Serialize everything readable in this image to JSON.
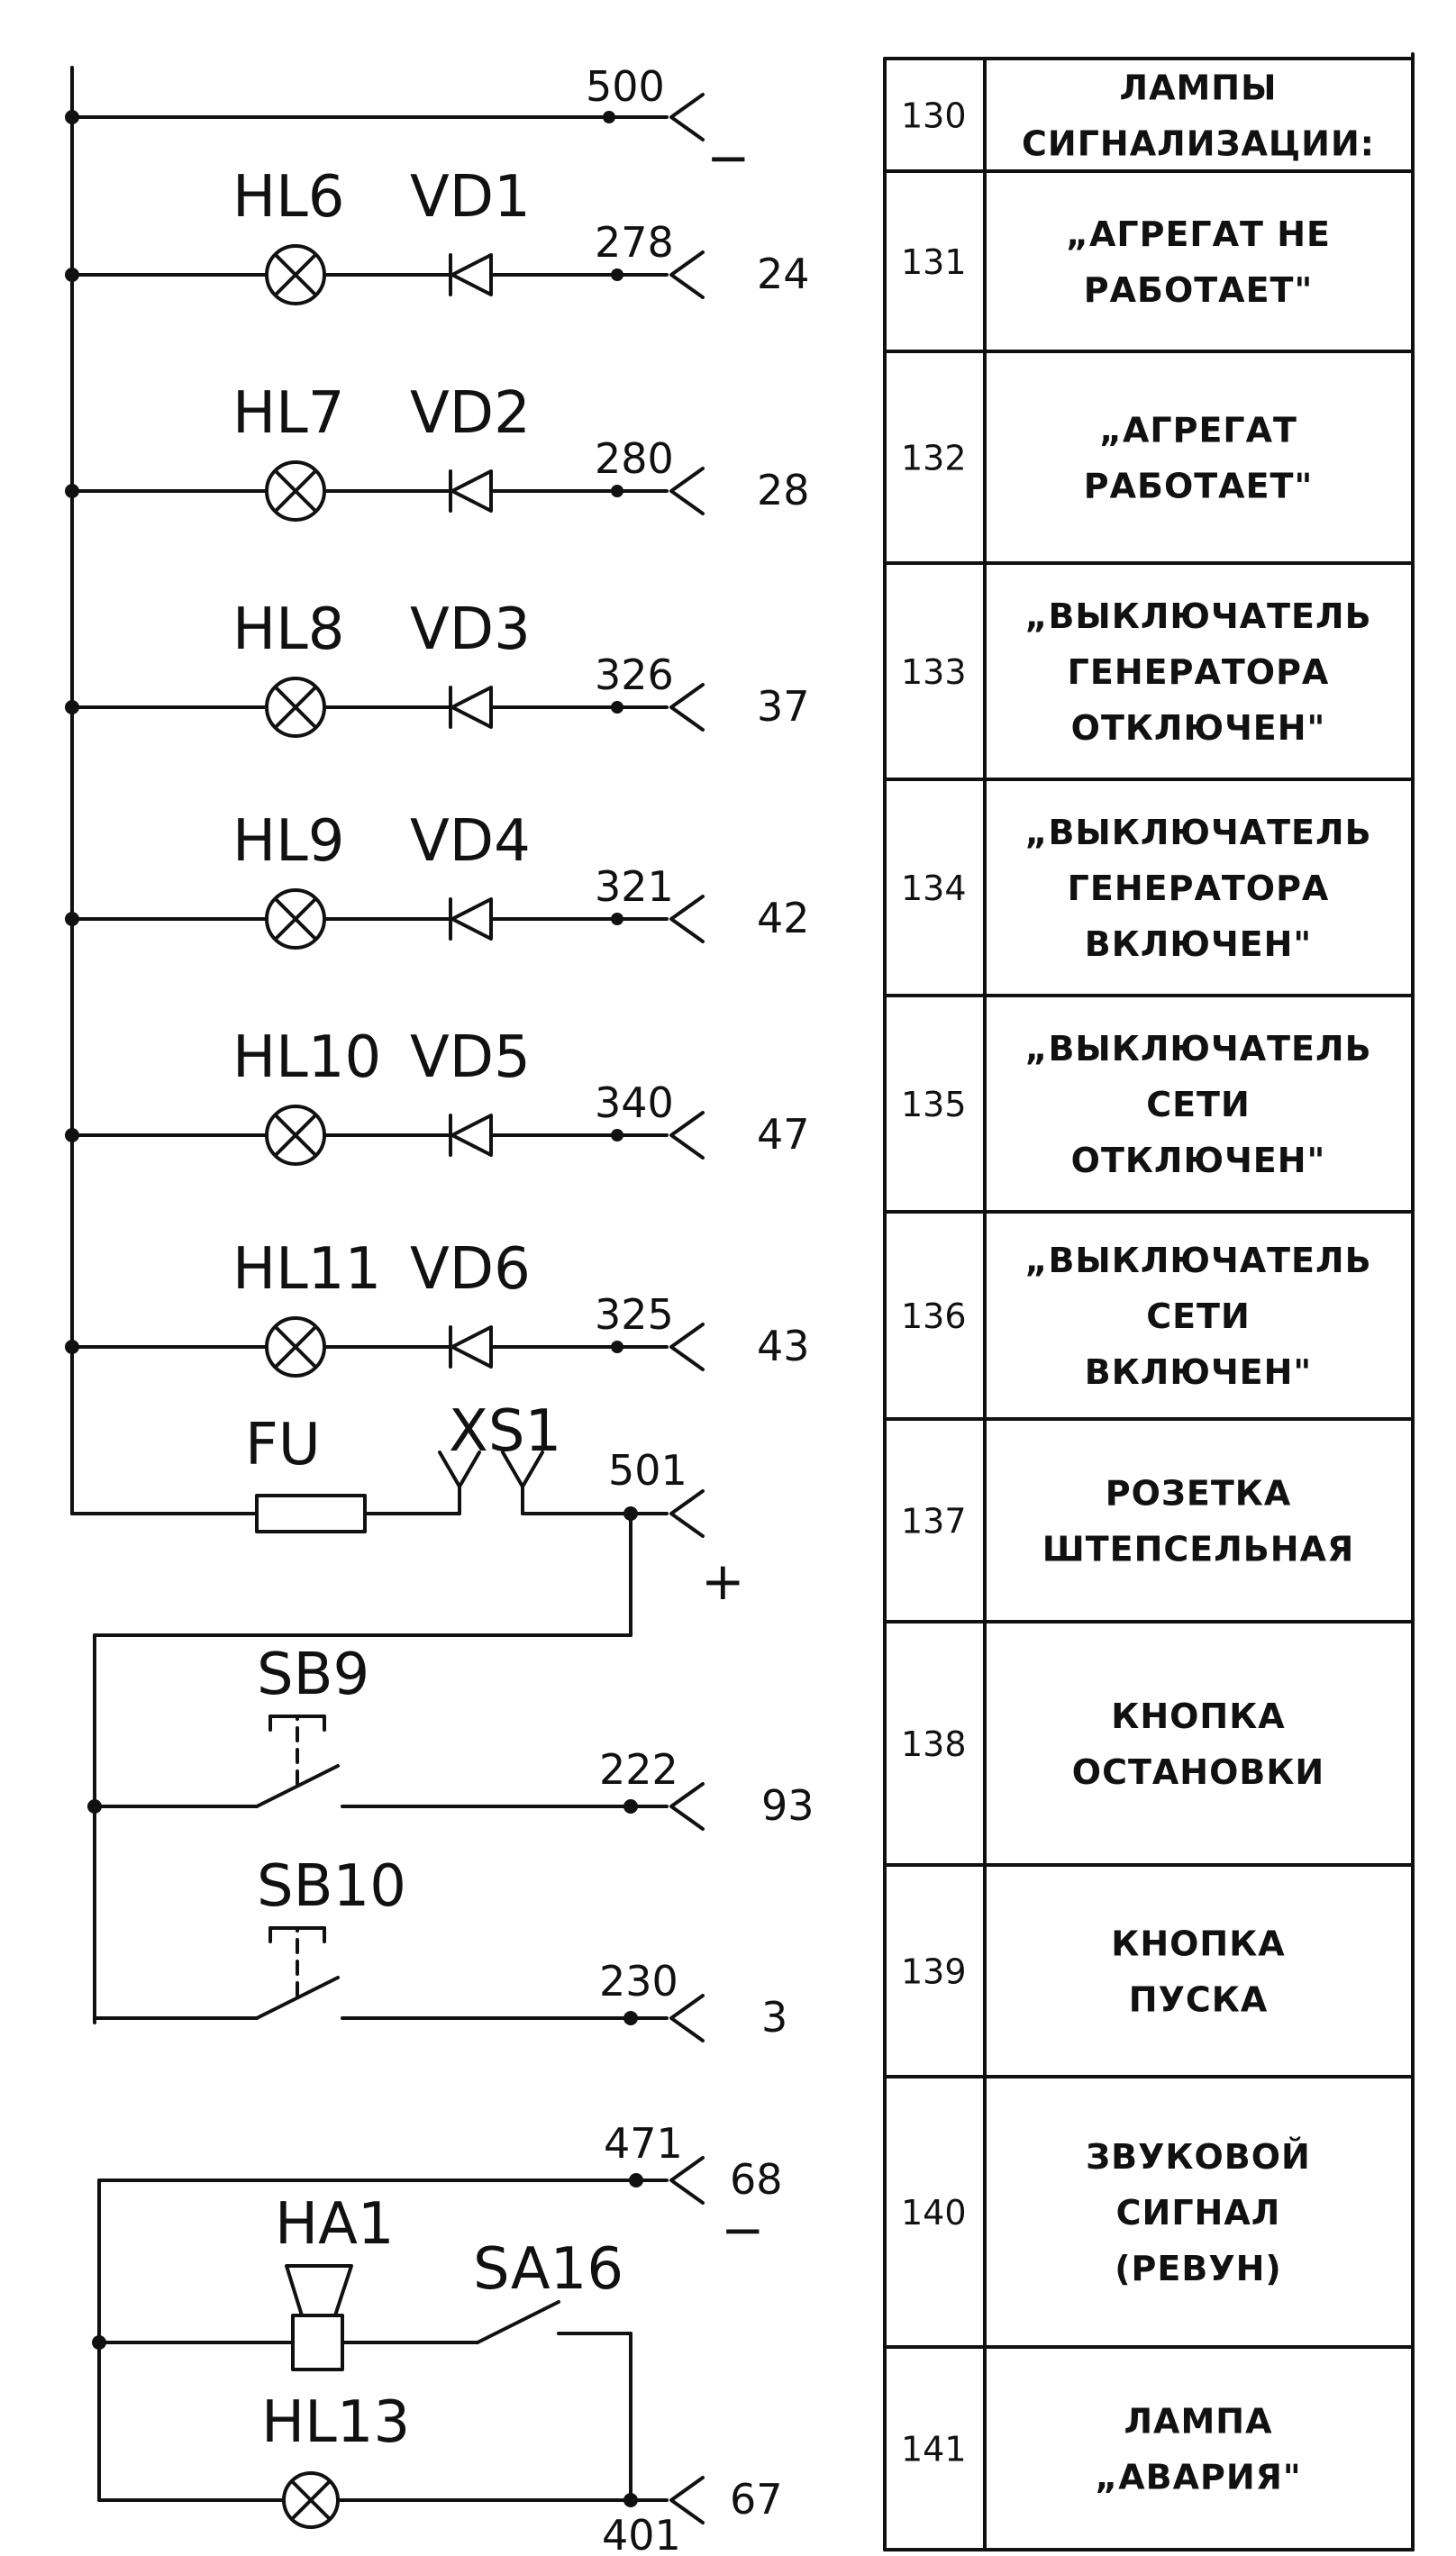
{
  "supply": {
    "wire": "500",
    "sign": "−",
    "plus_wire": "501",
    "plus_sign": "+"
  },
  "branches": [
    {
      "lamp": "HL6",
      "diode": "VD1",
      "wire": "278",
      "terminal": "24"
    },
    {
      "lamp": "HL7",
      "diode": "VD2",
      "wire": "280",
      "terminal": "28"
    },
    {
      "lamp": "HL8",
      "diode": "VD3",
      "wire": "326",
      "terminal": "37"
    },
    {
      "lamp": "HL9",
      "diode": "VD4",
      "wire": "321",
      "terminal": "42"
    },
    {
      "lamp": "HL10",
      "diode": "VD5",
      "wire": "340",
      "terminal": "47"
    },
    {
      "lamp": "HL11",
      "diode": "VD6",
      "wire": "325",
      "terminal": "43"
    }
  ],
  "socket": {
    "fuse": "FU",
    "socket": "XS1"
  },
  "buttons": [
    {
      "name": "SB9",
      "wire": "222",
      "terminal": "93"
    },
    {
      "name": "SB10",
      "wire": "230",
      "terminal": "3"
    }
  ],
  "alarm": {
    "wire_top": "471",
    "terminal_top": "68",
    "sign": "−",
    "horn": "HA1",
    "switch": "SA16",
    "lamp": "HL13",
    "wire_bottom": "401",
    "terminal_bottom": "67"
  },
  "table": [
    {
      "num": "130",
      "lines": [
        "ЛАМПЫ",
        "СИГНАЛИЗАЦИИ:"
      ]
    },
    {
      "num": "131",
      "lines": [
        "„АГРЕГАТ НЕ",
        "РАБОТАЕТ\""
      ]
    },
    {
      "num": "132",
      "lines": [
        "„АГРЕГАТ",
        "РАБОТАЕТ\""
      ]
    },
    {
      "num": "133",
      "lines": [
        "„ВЫКЛЮЧАТЕЛЬ",
        "ГЕНЕРАТОРА",
        "ОТКЛЮЧЕН\""
      ]
    },
    {
      "num": "134",
      "lines": [
        "„ВЫКЛЮЧАТЕЛЬ",
        "ГЕНЕРАТОРА",
        "ВКЛЮЧЕН\""
      ]
    },
    {
      "num": "135",
      "lines": [
        "„ВЫКЛЮЧАТЕЛЬ",
        "СЕТИ",
        "ОТКЛЮЧЕН\""
      ]
    },
    {
      "num": "136",
      "lines": [
        "„ВЫКЛЮЧАТЕЛЬ",
        "СЕТИ",
        "ВКЛЮЧЕН\""
      ]
    },
    {
      "num": "137",
      "lines": [
        "РОЗЕТКА",
        "ШТЕПСЕЛЬНАЯ"
      ]
    },
    {
      "num": "138",
      "lines": [
        "КНОПКА",
        "ОСТАНОВКИ"
      ]
    },
    {
      "num": "139",
      "lines": [
        "КНОПКА",
        "ПУСКА"
      ]
    },
    {
      "num": "140",
      "lines": [
        "ЗВУКОВОЙ",
        "СИГНАЛ",
        "(РЕВУН)"
      ]
    },
    {
      "num": "141",
      "lines": [
        "ЛАМПА",
        "„АВАРИЯ\""
      ]
    }
  ]
}
